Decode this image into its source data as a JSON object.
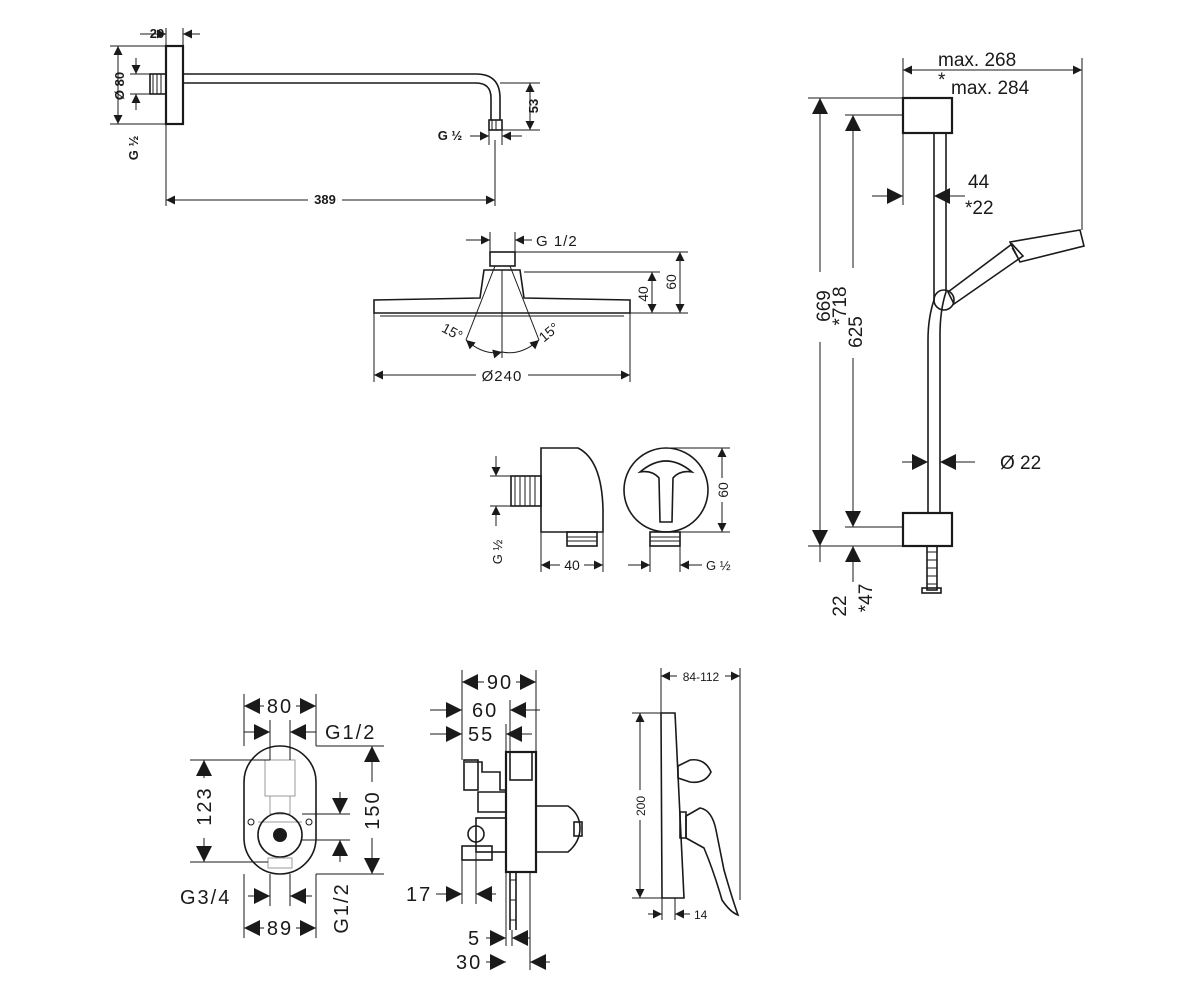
{
  "shower_arm": {
    "dim_flange_width": "20",
    "dim_flange_diameter": "Ø 80",
    "dim_inlet_thread": "G ½",
    "dim_outlet_thread": "G ½",
    "dim_drop": "53",
    "dim_length": "389"
  },
  "overhead_shower": {
    "dim_connection": "G 1/2",
    "dim_inner_height": "40",
    "dim_total_height": "60",
    "dim_angle_left": "15°",
    "dim_angle_right": "15°",
    "dim_diameter": "Ø240"
  },
  "wall_outlet": {
    "dim_thread_side": "G ½",
    "dim_depth": "40",
    "dim_diameter": "60",
    "dim_thread_bottom": "G ½"
  },
  "shower_rail": {
    "dim_max_width": "max. 268",
    "dim_max_width_alt": "max. 284",
    "dim_max_width_alt_mark": "*",
    "dim_bracket_depth": "44",
    "dim_bracket_depth_alt": "*22",
    "dim_total_length": "669",
    "dim_total_length_alt": "*718",
    "dim_bracket_distance": "625",
    "dim_rail_diameter": "Ø 22",
    "dim_bottom_offset": "22",
    "dim_bottom_offset_alt": "*47"
  },
  "mixer_box": {
    "dim_top_width": "80",
    "dim_top_thread": "G1/2",
    "dim_upper_height": "123",
    "dim_total_height": "150",
    "dim_bottom_thread": "G3/4",
    "dim_bottom_width": "89",
    "dim_side_thread": "G1/2"
  },
  "mixer_side": {
    "dim_depth_90": "90",
    "dim_depth_60": "60",
    "dim_depth_55": "55",
    "dim_offset_17": "17",
    "dim_offset_5": "5",
    "dim_offset_30": "30"
  },
  "mixer_trim": {
    "dim_projection": "84-112",
    "dim_plate_height": "200",
    "dim_plate_depth": "14"
  }
}
